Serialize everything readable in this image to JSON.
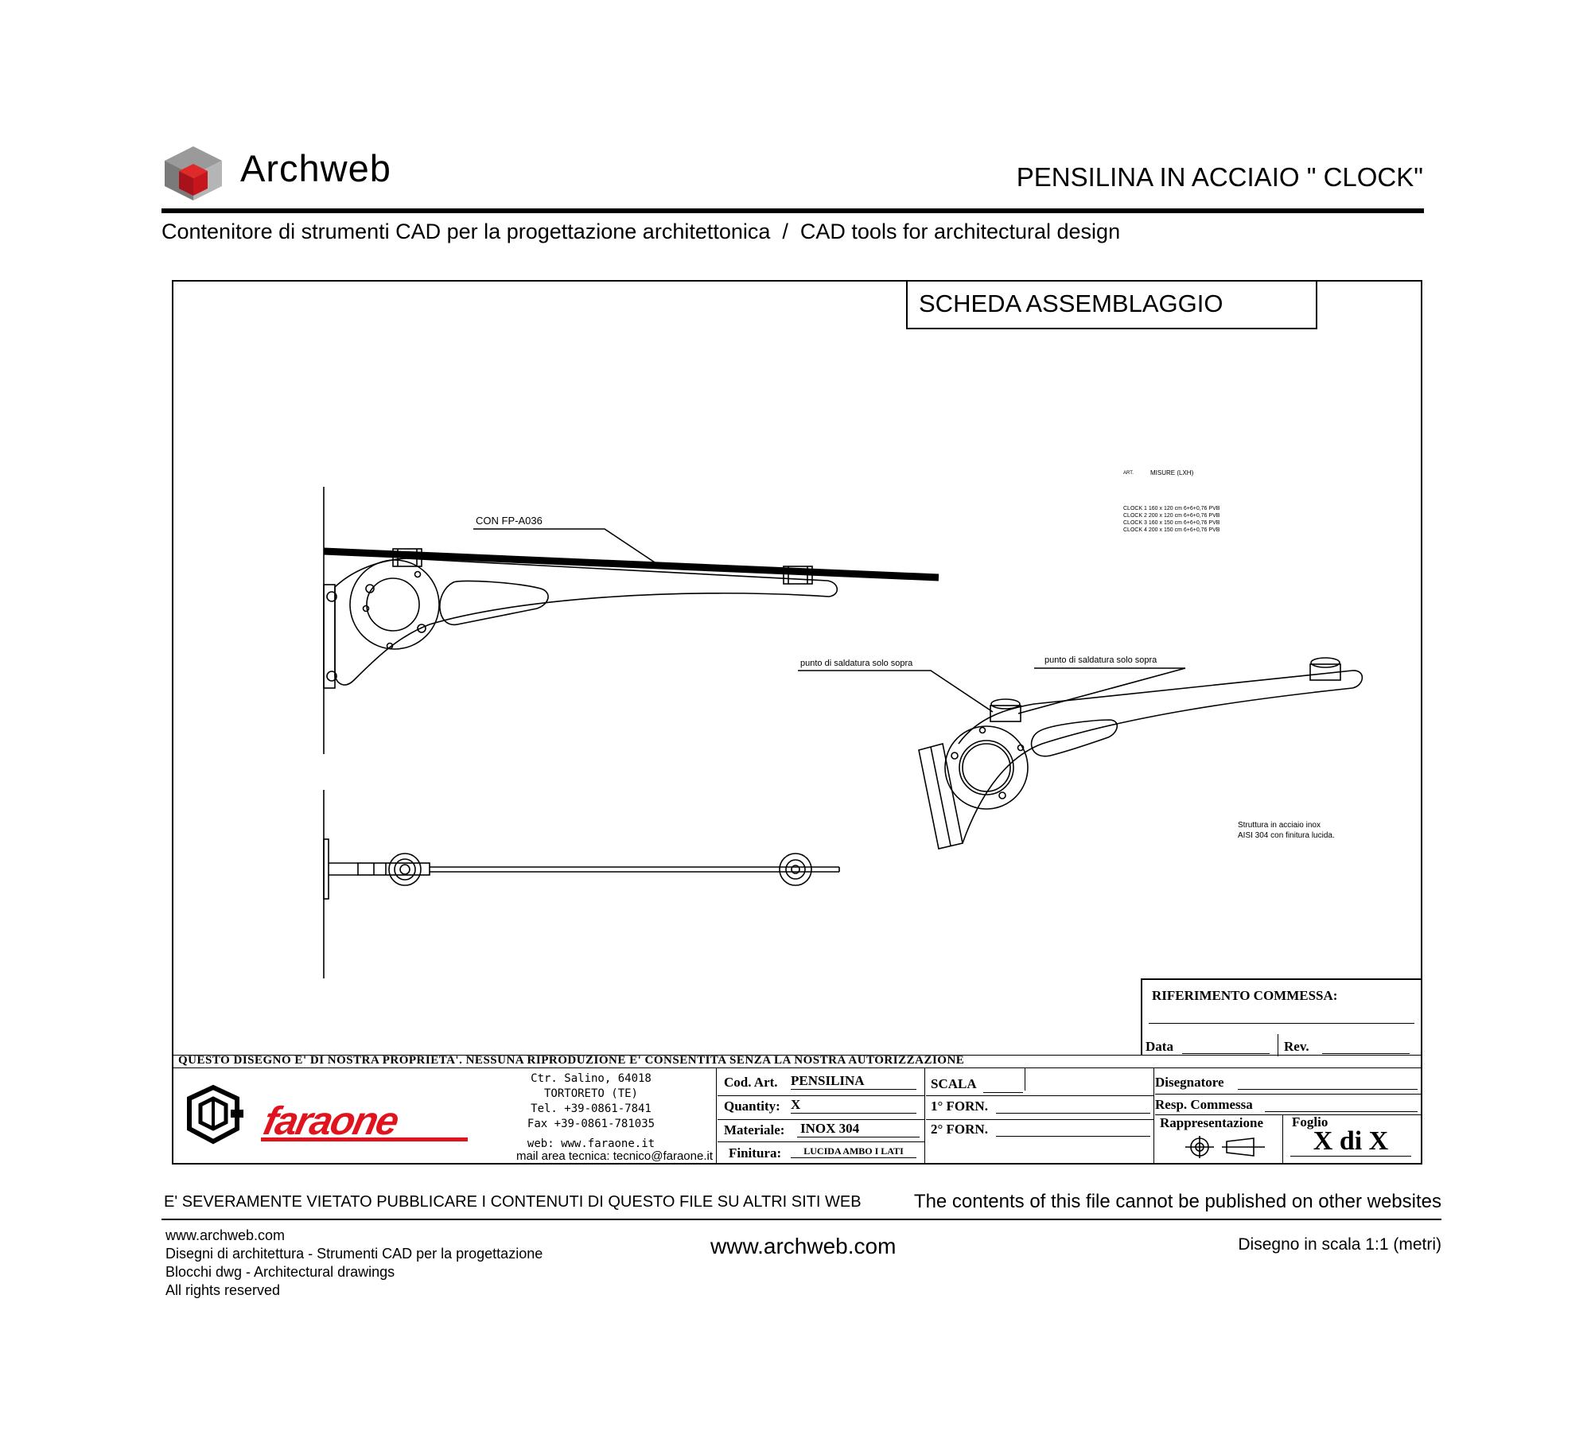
{
  "header": {
    "brand_name": "Archweb",
    "title": "PENSILINA IN ACCIAIO \" CLOCK\"",
    "subtitle": "Contenitore di strumenti CAD per la progettazione architettonica  /  CAD tools for architectural design"
  },
  "sheet": {
    "heading": "SCHEDA ASSEMBLAGGIO",
    "labels": {
      "glass_ref": "CON FP-A036",
      "weld_left": "punto di saldatura solo sopra",
      "weld_right": "punto di saldatura solo sopra",
      "structure_line1": "Struttura in acciaio inox",
      "structure_line2": "AISI 304 con finitura lucida."
    },
    "spec_table": {
      "col_art": "ART.",
      "col_misure": "MISURE  (LXH)",
      "rows": [
        "CLOCK 1  160 x 120 cm 6+6+0,76 PVB",
        "CLOCK 2  200 x 120 cm 6+6+0,76 PVB",
        "CLOCK 3  160 x 150 cm 6+6+0,76 PVB",
        "CLOCK 4  200 x 150 cm 6+6+0,76 PVB"
      ]
    }
  },
  "title_block": {
    "riferimento": "RIFERIMENTO COMMESSA:",
    "data_label": "Data",
    "rev_label": "Rev.",
    "property_notice": "QUESTO DISEGNO E' DI NOSTRA PROPRIETA'. NESSUNA RIPRODUZIONE E' CONSENTITA SENZA LA NOSTRA AUTORIZZAZIONE",
    "company": {
      "logo_text": "faraone",
      "address": [
        "Ctr. Salino, 64018",
        "TORTORETO (TE)",
        "Tel. +39-0861-7841",
        "Fax  +39-0861-781035",
        "web: www.faraone.it"
      ],
      "mail": "mail area tecnica: tecnico@faraone.it"
    },
    "fields": {
      "cod_art_label": "Cod. Art.",
      "cod_art_value": "PENSILINA",
      "quantity_label": "Quantity:",
      "quantity_value": "X",
      "materiale_label": "Materiale:",
      "materiale_value": "INOX 304",
      "finitura_label": "Finitura:",
      "finitura_value": "LUCIDA AMBO I LATI",
      "scala_label": "SCALA",
      "forn1_label": "1° FORN.",
      "forn2_label": "2° FORN.",
      "disegnatore_label": "Disegnatore",
      "resp_label": "Resp. Commessa",
      "rappresentazione_label": "Rappresentazione",
      "foglio_label": "Foglio",
      "foglio_value": "X di X"
    }
  },
  "footer": {
    "warning_it": "E' SEVERAMENTE VIETATO PUBBLICARE I CONTENUTI DI QUESTO FILE SU ALTRI SITI WEB",
    "warning_en": "The contents of this file cannot be published on other websites",
    "left_lines": [
      "www.archweb.com",
      "Disegni di architettura - Strumenti CAD  per la progettazione",
      "Blocchi dwg - Architectural drawings",
      "All rights reserved"
    ],
    "center_url": "www.archweb.com",
    "scale_note": "Disegno in scala 1:1 (metri)"
  },
  "colors": {
    "logo_red": "#e0141e",
    "cube_red": "#c4161c",
    "cube_gray": "#8a8a8a"
  }
}
